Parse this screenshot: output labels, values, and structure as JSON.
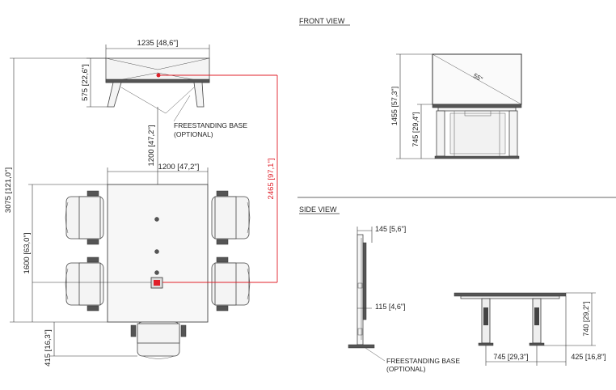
{
  "headings": {
    "front_view": "FRONT VIEW",
    "side_view": "SIDE VIEW"
  },
  "plan_view": {
    "display_width": "1235 [48,6\"]",
    "display_depth": "575 [22,6\"]",
    "base_note_line1": "FREESTANDING BASE",
    "base_note_line2": "(OPTIONAL)",
    "gap_to_table": "1200 [47,2\"]",
    "table_width": "1200 [47,2\"]",
    "total_length": "3075 [121,0\"]",
    "table_length": "1600 [63,0\"]",
    "chair_depth": "415 [16,3\"]",
    "viewing_distance": "2465 [97,1\"]"
  },
  "front_view": {
    "screen_size": "55\"",
    "total_height": "1455 [57,3\"]",
    "table_height": "745 [29,4\"]"
  },
  "side_view": {
    "display_depth": "145 [5,6\"]",
    "wall_offset": "115 [4,6\"]",
    "base_note_line1": "FREESTANDING BASE",
    "base_note_line2": "(OPTIONAL)",
    "table_height": "740 [29,2\"]",
    "leg_span": "745 [29,3\"]",
    "overhang": "425 [16,8\"]"
  },
  "colors": {
    "line": "#333333",
    "accent_red": "#e0202a",
    "background": "#ffffff"
  }
}
